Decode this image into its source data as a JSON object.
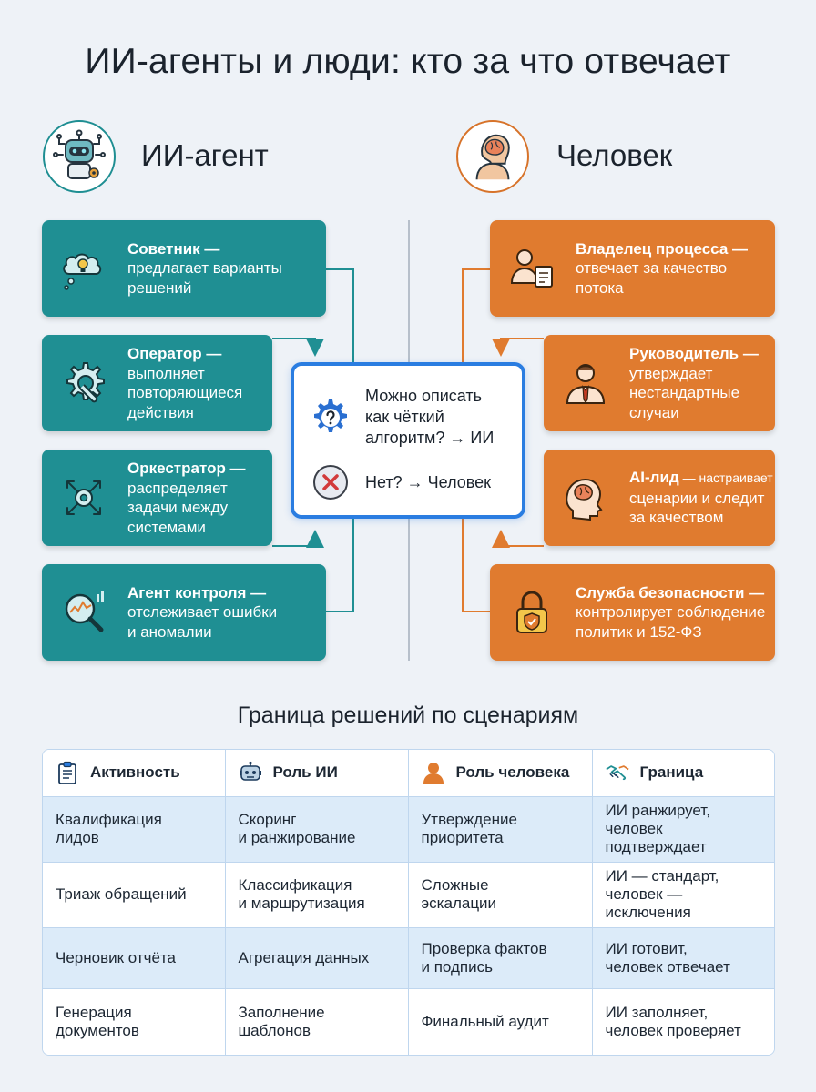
{
  "title": "ИИ-агенты и люди: кто за что отвечает",
  "columns": {
    "left": {
      "label": "ИИ-агент",
      "icon": "robot-icon"
    },
    "right": {
      "label": "Человек",
      "icon": "human-brain-icon"
    }
  },
  "ai_roles": [
    {
      "name": "Советник —",
      "desc": [
        "предлагает варианты",
        "решений"
      ],
      "icon": "thought-bulb-icon"
    },
    {
      "name": "Оператор —",
      "desc": [
        "выполняет",
        "повторяющиеся",
        "действия"
      ],
      "icon": "gear-wrench-icon"
    },
    {
      "name": "Оркестратор —",
      "desc": [
        "распределяет",
        "задачи между",
        "системами"
      ],
      "icon": "orchestration-gear-icon"
    },
    {
      "name": "Агент контроля —",
      "desc": [
        "отслеживает ошибки",
        "и аномалии"
      ],
      "icon": "magnifier-chart-icon"
    }
  ],
  "human_roles": [
    {
      "name": "Владелец процесса —",
      "desc": [
        "отвечает за качество",
        "потока"
      ],
      "icon": "process-owner-icon"
    },
    {
      "name": "Руководитель —",
      "desc": [
        "утверждает",
        "нестандартные",
        "случаи"
      ],
      "icon": "manager-icon"
    },
    {
      "name": "AI-лид",
      "name_suffix": " — настраивает",
      "desc": [
        "сценарии и следит",
        "за качеством"
      ],
      "icon": "brain-head-icon"
    },
    {
      "name": "Служба безопасности —",
      "desc": [
        "контролирует соблюдение",
        "политик и 152-ФЗ"
      ],
      "icon": "padlock-shield-icon"
    }
  ],
  "decision": {
    "yes_text": [
      "Можно описать",
      "как чёткий",
      "алгоритм? → ИИ"
    ],
    "no_text": "Нет? → Человек",
    "yes_icon": "gear-question-icon",
    "no_icon": "cross-circle-icon"
  },
  "section_title": "Граница решений по сценариям",
  "table": {
    "headers": [
      {
        "label": "Активность",
        "icon": "clipboard-icon"
      },
      {
        "label": "Роль ИИ",
        "icon": "robot-head-icon"
      },
      {
        "label": "Роль человека",
        "icon": "person-icon"
      },
      {
        "label": "Граница",
        "icon": "handshake-icon"
      }
    ],
    "rows": [
      [
        [
          "Квалификация",
          "лидов"
        ],
        [
          "Скоринг",
          "и ранжирование"
        ],
        [
          "Утверждение",
          "приоритета"
        ],
        [
          "ИИ ранжирует,",
          "человек",
          "подтверждает"
        ]
      ],
      [
        [
          "Триаж обращений"
        ],
        [
          "Классификация",
          "и маршрутизация"
        ],
        [
          "Сложные",
          "эскалации"
        ],
        [
          "ИИ — стандарт,",
          "человек —",
          "исключения"
        ]
      ],
      [
        [
          "Черновик отчёта"
        ],
        [
          "Агрегация данных"
        ],
        [
          "Проверка фактов",
          "и подпись"
        ],
        [
          "ИИ готовит,",
          "человек отвечает"
        ]
      ],
      [
        [
          "Генерация",
          "документов"
        ],
        [
          "Заполнение",
          "шаблонов"
        ],
        [
          "Финальный аудит"
        ],
        [
          "ИИ заполняет,",
          "человек проверяет"
        ]
      ]
    ]
  },
  "colors": {
    "teal": "#1f8f93",
    "orange": "#e07b2f",
    "blue_accent": "#2a7de1",
    "table_stripe": "#dcebf9"
  }
}
